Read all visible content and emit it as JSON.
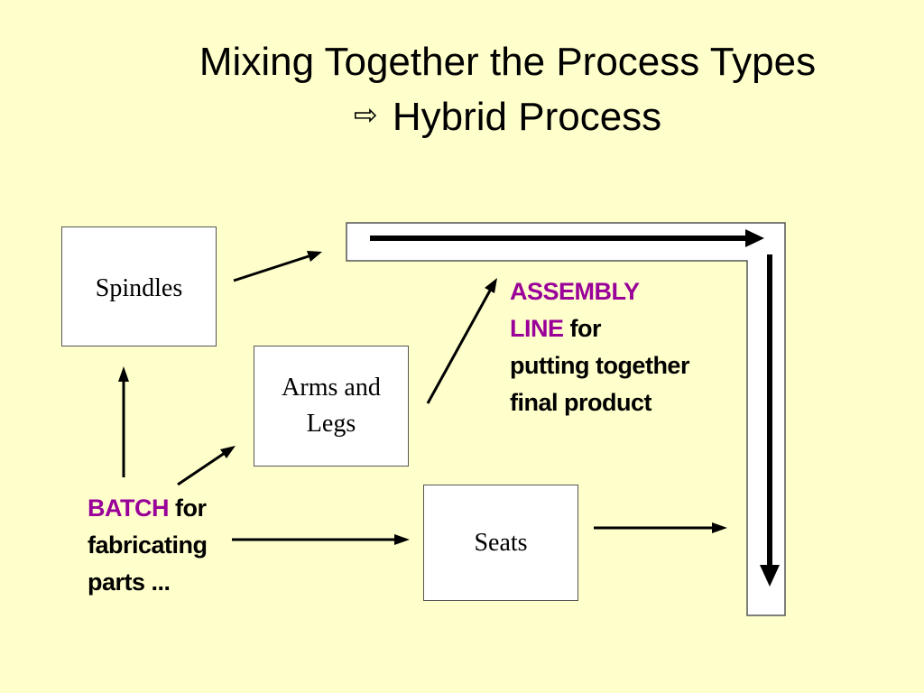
{
  "slide": {
    "background_color": "#ffffcc",
    "title_line1": "Mixing Together the Process Types",
    "title_arrow_icon": "outlined-right-arrow-icon",
    "title_arrow_glyph": "⇨",
    "title_line2": "Hybrid Process"
  },
  "boxes": {
    "spindles": "Spindles",
    "arms_line1": "Arms and",
    "arms_line2": "Legs",
    "seats": "Seats"
  },
  "assembly_note": {
    "accent_line1": "ASSEMBLY",
    "accent_line2": "LINE",
    "for_word": " for",
    "line3": "putting together",
    "line4": "final product"
  },
  "batch_note": {
    "accent": "BATCH",
    "for_word": " for",
    "line2": "fabricating",
    "line3": "parts ..."
  },
  "colors": {
    "accent": "#990099",
    "text": "#000000",
    "box_border": "#555555"
  }
}
